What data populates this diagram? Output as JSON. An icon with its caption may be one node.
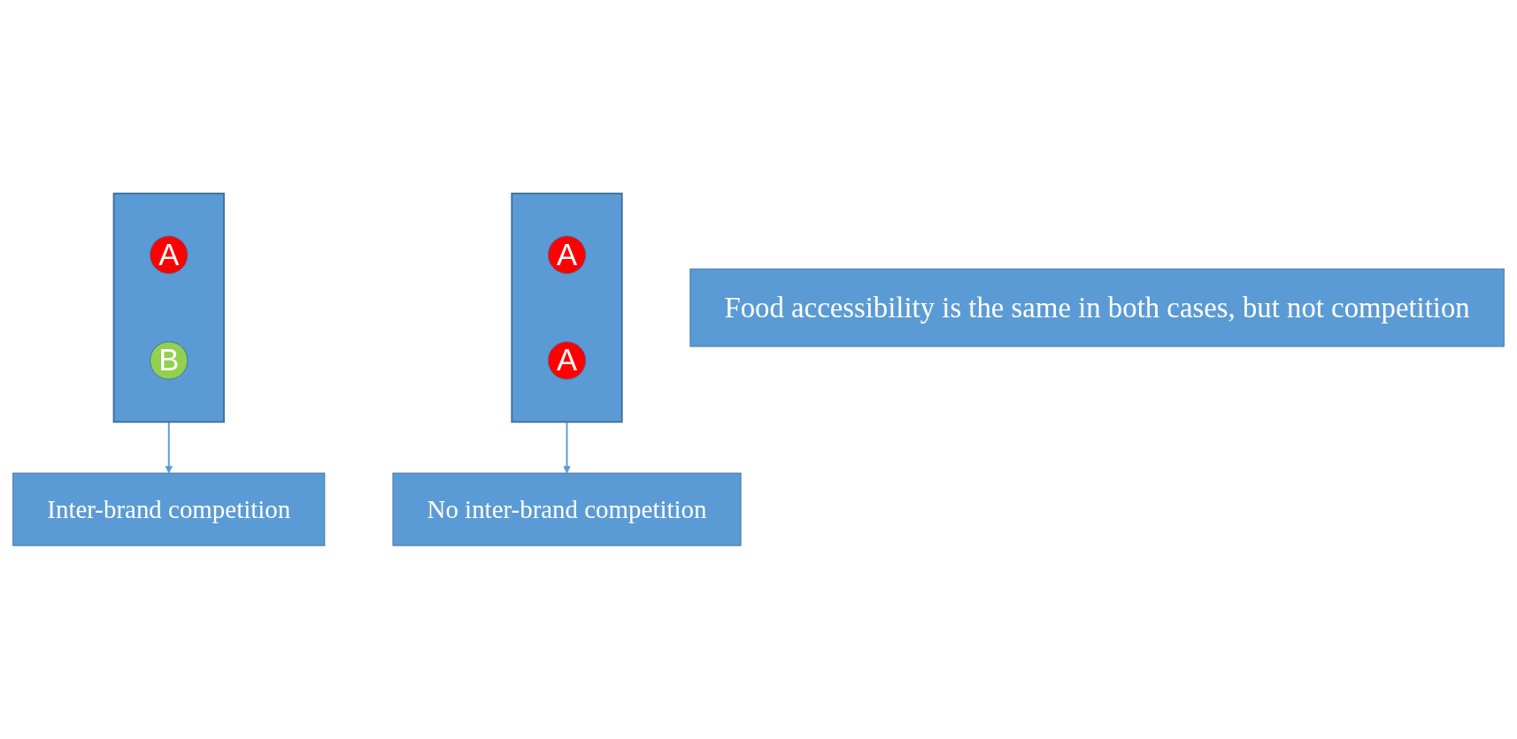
{
  "diagram": {
    "nodes": [
      {
        "text": [],
        "shape": "box"
      },
      {
        "text": [
          "A"
        ],
        "in": 0
      },
      {
        "text": [
          "A"
        ],
        "in": 0
      },
      {
        "text": [],
        "shape": "box"
      },
      {
        "text": [
          "A"
        ],
        "in": 3
      },
      {
        "text": [
          "B"
        ],
        "in": 3
      },
      {
        "text": [
          "No inter-brand competition"
        ]
      },
      {
        "text": [
          "Inter-brand competition"
        ]
      },
      {
        "text": [
          "Food accessibility is the same in both cases, but not competition"
        ]
      }
    ],
    "edges": [
      {
        "from": 0,
        "to": 6,
        "arrow": "to"
      },
      {
        "from": 3,
        "to": 7,
        "arrow": "to"
      }
    ]
  }
}
